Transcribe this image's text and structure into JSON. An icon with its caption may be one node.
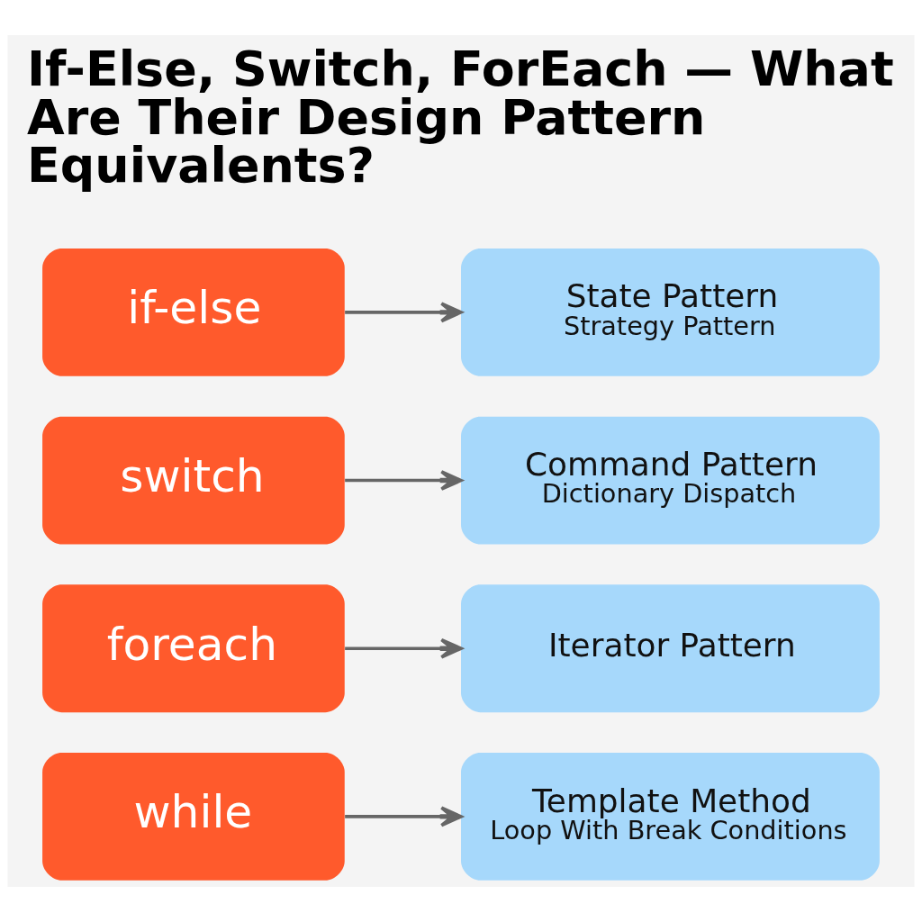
{
  "diagram": {
    "title": "If-Else, Switch, ForEach — What Are Their Design Pattern Equivalents?",
    "nodes": [
      {
        "text": [
          "if-else"
        ]
      },
      {
        "text": [
          "State Pattern",
          "Strategy Pattern"
        ]
      },
      {
        "text": [
          "switch"
        ]
      },
      {
        "text": [
          "Command Pattern",
          "Dictionary Dispatch"
        ]
      },
      {
        "text": [
          "foreach"
        ]
      },
      {
        "text": [
          "Iterator Pattern"
        ]
      },
      {
        "text": [
          "while"
        ]
      },
      {
        "text": [
          "Template Method",
          "Loop With Break Conditions"
        ]
      }
    ],
    "edges": [
      {
        "from": 0,
        "to": 1,
        "arrow": "to"
      },
      {
        "from": 2,
        "to": 3,
        "arrow": "to"
      },
      {
        "from": 4,
        "to": 5,
        "arrow": "to"
      },
      {
        "from": 6,
        "to": 7,
        "arrow": "to"
      }
    ]
  }
}
